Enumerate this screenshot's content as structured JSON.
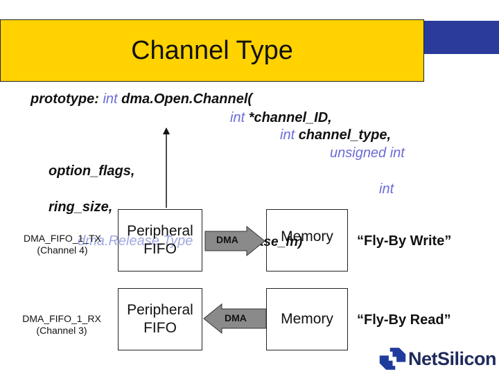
{
  "slide": {
    "title": "Channel Type",
    "prototype": {
      "line1_prefix": "prototype:",
      "line1_kw": "int",
      "line1_name": "dma.Open.Channel(",
      "line2_kw": "int",
      "line2_text": "*channel_ID,",
      "line3_kw": "int",
      "line3_text": "channel_type,",
      "line4_kw": "unsigned int",
      "line5_text": "option_flags,",
      "line5_kw": "int",
      "line6_text": "ring_size,",
      "overlay_text": "dma.Release.Type",
      "overlay_tail": "release_fn)"
    },
    "rows": [
      {
        "fifo_name": "DMA_FIFO_1_TX",
        "channel": "(Channel 4)",
        "box_line1": "Peripheral",
        "box_line2": "FIFO",
        "arrow_label": "DMA",
        "target": "Memory",
        "mode": "“Fly-By Write”"
      },
      {
        "fifo_name": "DMA_FIFO_1_RX",
        "channel": "(Channel 3)",
        "box_line1": "Peripheral",
        "box_line2": "FIFO",
        "arrow_label": "DMA",
        "target": "Memory",
        "mode": "“Fly-By Read”"
      }
    ],
    "logo": {
      "text": "NetSilicon",
      "icon": "netsilicon-logo-icon"
    },
    "colors": {
      "banner_blue": "#2a3b9c",
      "title_yellow": "#ffd200",
      "keyword": "#6b6bd8",
      "arrow_gray": "#8a8a8a"
    }
  }
}
